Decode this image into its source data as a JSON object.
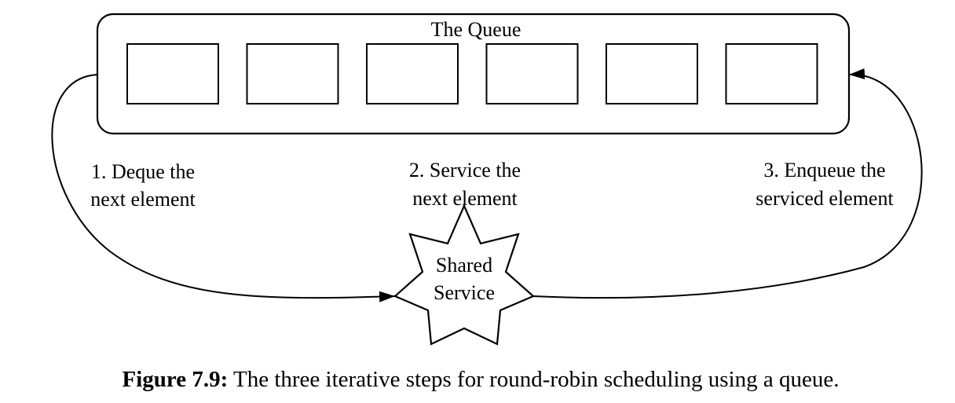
{
  "diagram": {
    "queue": {
      "title": "The Queue",
      "slot_count": 6
    },
    "service": {
      "line1": "Shared",
      "line2": "Service"
    },
    "steps": [
      {
        "line1": "1. Deque the",
        "line2": "next element"
      },
      {
        "line1": "2. Service the",
        "line2": "next element"
      },
      {
        "line1": "3. Enqueue the",
        "line2": "serviced element"
      }
    ]
  },
  "caption": {
    "label": "Figure 7.9:",
    "text": " The three iterative steps for round-robin scheduling using a queue."
  }
}
